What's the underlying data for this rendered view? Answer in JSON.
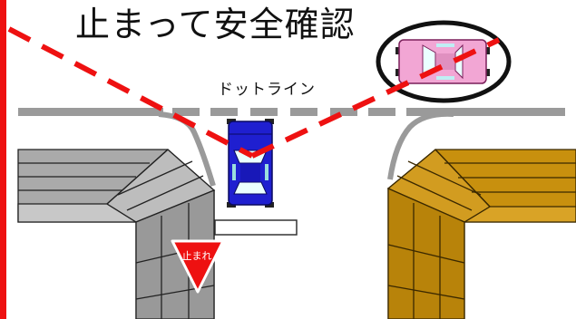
{
  "title": "止まって安全確認",
  "dot_line_label": "ドットライン",
  "stop_sign_text": "止まれ",
  "colors": {
    "left_building": "#a9a9a9",
    "right_building": "#c8900e",
    "own_car": "#1f1fd0",
    "other_car": "#f2a6d4",
    "sight_line": "#ee1111",
    "stop_sign": "#ee1111",
    "dot_line": "#9a9a9a",
    "left_edge_bar": "#ee1111"
  }
}
